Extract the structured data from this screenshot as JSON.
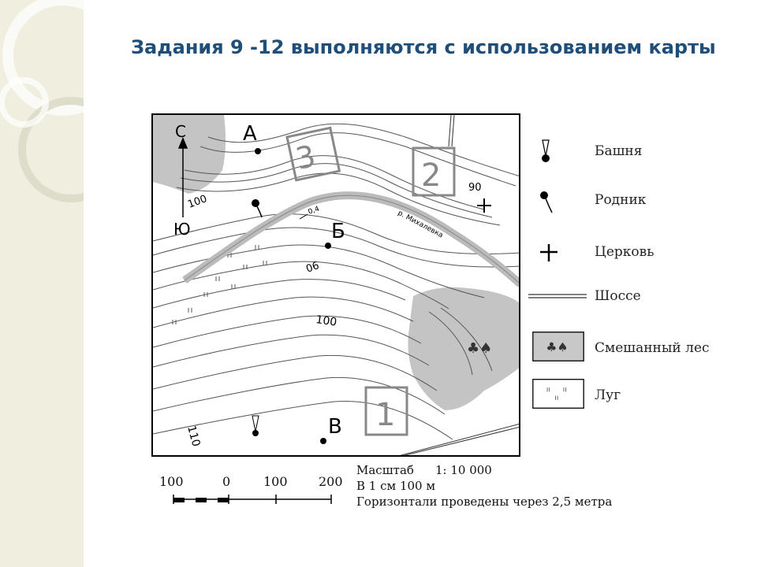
{
  "title": "Задания 9 -12 выполняются с использованием карты",
  "map": {
    "north_label": "С",
    "south_label": "Ю",
    "point_a": "А",
    "point_b": "Б",
    "point_v": "В",
    "square_1": "1",
    "square_2": "2",
    "square_3": "3",
    "contour_100_left": "100",
    "contour_90_right": "90",
    "contour_90_mid": "06",
    "contour_100_mid": "100",
    "contour_110": "110",
    "river_label": "р. Михалевка",
    "flow_label": "0,4"
  },
  "legend": {
    "items": [
      {
        "label": "Башня",
        "icon": "tower-icon"
      },
      {
        "label": "Родник",
        "icon": "spring-icon"
      },
      {
        "label": "Церковь",
        "icon": "church-icon"
      },
      {
        "label": "Шоссе",
        "icon": "highway-icon"
      },
      {
        "label": "Смешанный лес",
        "icon": "mixed-forest-icon"
      },
      {
        "label": "Луг",
        "icon": "meadow-icon"
      }
    ]
  },
  "scale": {
    "left_100": "100",
    "zero": "0",
    "mid_100": "100",
    "right_200": "200",
    "ratio_label": "Масштаб",
    "ratio_value": "1: 10 000",
    "per_cm": "В 1 см 100 м",
    "contours_note": "Горизонтали проведены через 2,5 метра"
  },
  "colors": {
    "title": "#1f4e79",
    "forest": "#c8c8c8",
    "side_strip": "#efeedf"
  }
}
